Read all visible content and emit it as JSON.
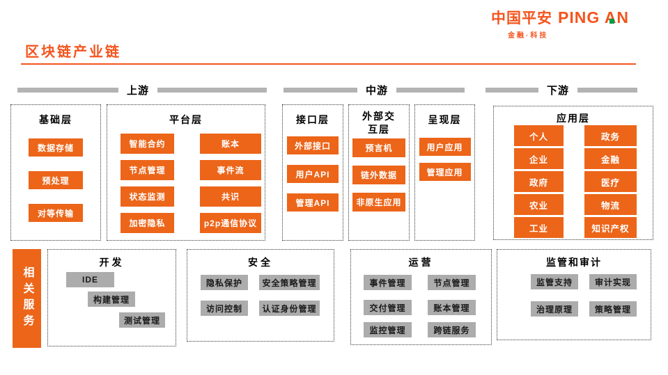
{
  "brand": {
    "name_cn": "中国平安",
    "name_en": "PING AN",
    "tagline": "金融·科技"
  },
  "page": {
    "title": "区块链产业链"
  },
  "streams": [
    {
      "label": "上游"
    },
    {
      "label": "中游"
    },
    {
      "label": "下游"
    }
  ],
  "layers": [
    {
      "title": "基础层",
      "columns": [
        [
          "数据存储",
          "预处理",
          "对等传输"
        ]
      ]
    },
    {
      "title": "平台层",
      "columns": [
        [
          "智能合约",
          "节点管理",
          "状态监测",
          "加密隐私"
        ],
        [
          "账本",
          "事件流",
          "共识",
          "p2p通信协议"
        ]
      ]
    },
    {
      "title": "接口层",
      "columns": [
        [
          "外部接口",
          "用户API",
          "管理API"
        ]
      ]
    },
    {
      "title": "外部交互层",
      "columns": [
        [
          "预言机",
          "链外数据",
          "非原生应用"
        ]
      ]
    },
    {
      "title": "呈现层",
      "columns": [
        [
          "用户应用",
          "管理应用"
        ]
      ]
    },
    {
      "title": "应用层",
      "columns": [
        [
          "个人",
          "企业",
          "政府",
          "农业",
          "工业"
        ],
        [
          "政务",
          "金融",
          "医疗",
          "物流",
          "知识产权"
        ]
      ]
    }
  ],
  "services": {
    "side_label": "相关服务",
    "groups": [
      {
        "title": "开发",
        "items": [
          "IDE",
          "构建管理",
          "测试管理"
        ]
      },
      {
        "title": "安全",
        "items": [
          "隐私保护",
          "安全策略管理",
          "访问控制",
          "认证身份管理"
        ]
      },
      {
        "title": "运营",
        "items": [
          "事件管理",
          "节点管理",
          "交付管理",
          "账本管理",
          "监控管理",
          "跨链服务"
        ]
      },
      {
        "title": "监管和审计",
        "items": [
          "监管支持",
          "审计实现",
          "治理原理",
          "策略管理"
        ]
      }
    ]
  },
  "colors": {
    "accent": "#EC6519",
    "brand": "#F4541C",
    "bar": "#B3B3B3",
    "graybox": "#ACACAC",
    "green": "#009B48",
    "border": "#333333"
  }
}
